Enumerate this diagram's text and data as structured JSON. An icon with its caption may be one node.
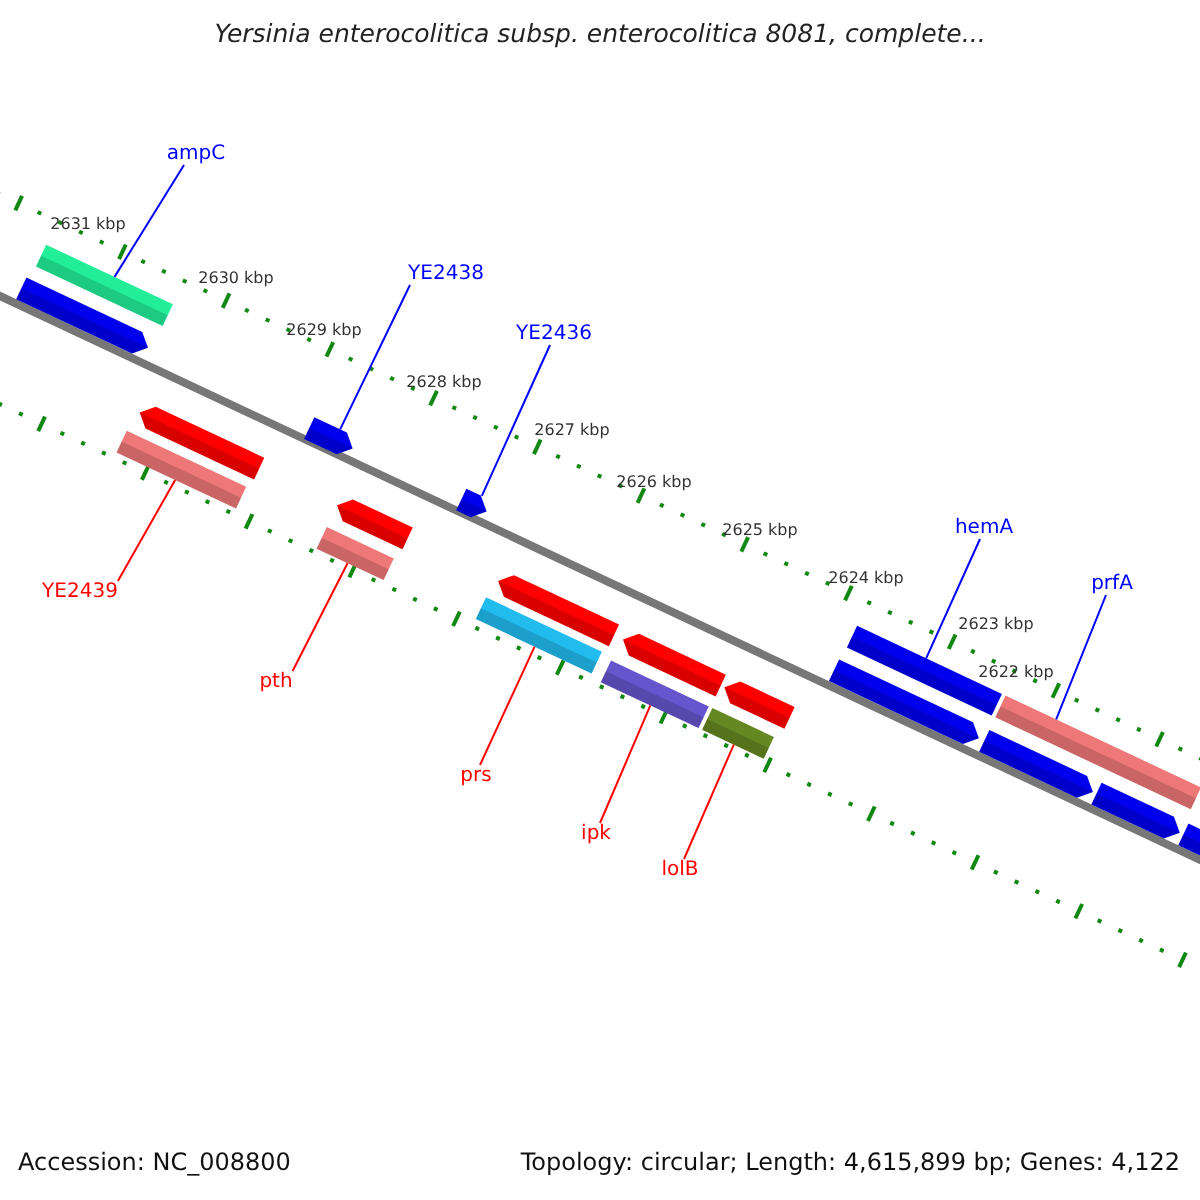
{
  "diagram": {
    "title": "Yersinia enterocolitica subsp. enterocolitica 8081, complete...",
    "nodes": [
      {
        "text": [
          "ampC"
        ]
      },
      {
        "text": [
          "YE2438"
        ]
      },
      {
        "text": [
          "YE2436"
        ]
      },
      {
        "text": [
          "hemA"
        ]
      },
      {
        "text": [
          "prfA"
        ]
      },
      {
        "text": [
          "YE2439"
        ]
      },
      {
        "text": [
          "pth"
        ]
      },
      {
        "text": [
          "prs"
        ]
      },
      {
        "text": [
          "ipk"
        ]
      },
      {
        "text": [
          "lolB"
        ]
      },
      {
        "text": [],
        "shape": "bar"
      },
      {
        "text": [],
        "shape": "bar"
      },
      {
        "text": [],
        "shape": "bar"
      },
      {
        "text": [],
        "shape": "bar"
      },
      {
        "text": [],
        "shape": "bar"
      },
      {
        "text": [],
        "shape": "bar"
      },
      {
        "text": [],
        "shape": "bar"
      },
      {
        "text": [],
        "shape": "bar"
      },
      {
        "text": [],
        "shape": "bar"
      },
      {
        "text": [],
        "shape": "bar"
      }
    ],
    "edges": [
      {
        "from": 0,
        "to": 10,
        "arrow": "none"
      },
      {
        "from": 1,
        "to": 12,
        "arrow": "none"
      },
      {
        "from": 2,
        "to": 14,
        "arrow": "none"
      },
      {
        "from": 3,
        "to": 18,
        "arrow": "none"
      },
      {
        "from": 4,
        "to": 19,
        "arrow": "none"
      },
      {
        "from": 5,
        "to": 11,
        "arrow": "none",
        "color": "#ff0000"
      },
      {
        "from": 6,
        "to": 13,
        "arrow": "none",
        "color": "#ff0000"
      },
      {
        "from": 7,
        "to": 15,
        "arrow": "none",
        "color": "#ff0000"
      },
      {
        "from": 8,
        "to": 16,
        "arrow": "none",
        "color": "#ff0000"
      },
      {
        "from": 9,
        "to": 17,
        "arrow": "none",
        "color": "#ff0000"
      }
    ],
    "labels": [
      "2631 kbp",
      "2630 kbp",
      "2629 kbp",
      "2628 kbp",
      "2627 kbp",
      "2626 kbp",
      "2625 kbp",
      "2624 kbp",
      "2623 kbp",
      "2622 kbp",
      "Accession: NC_008800",
      "Topology: circular; Length: 4,615,899 bp; Genes: 4,122"
    ]
  }
}
